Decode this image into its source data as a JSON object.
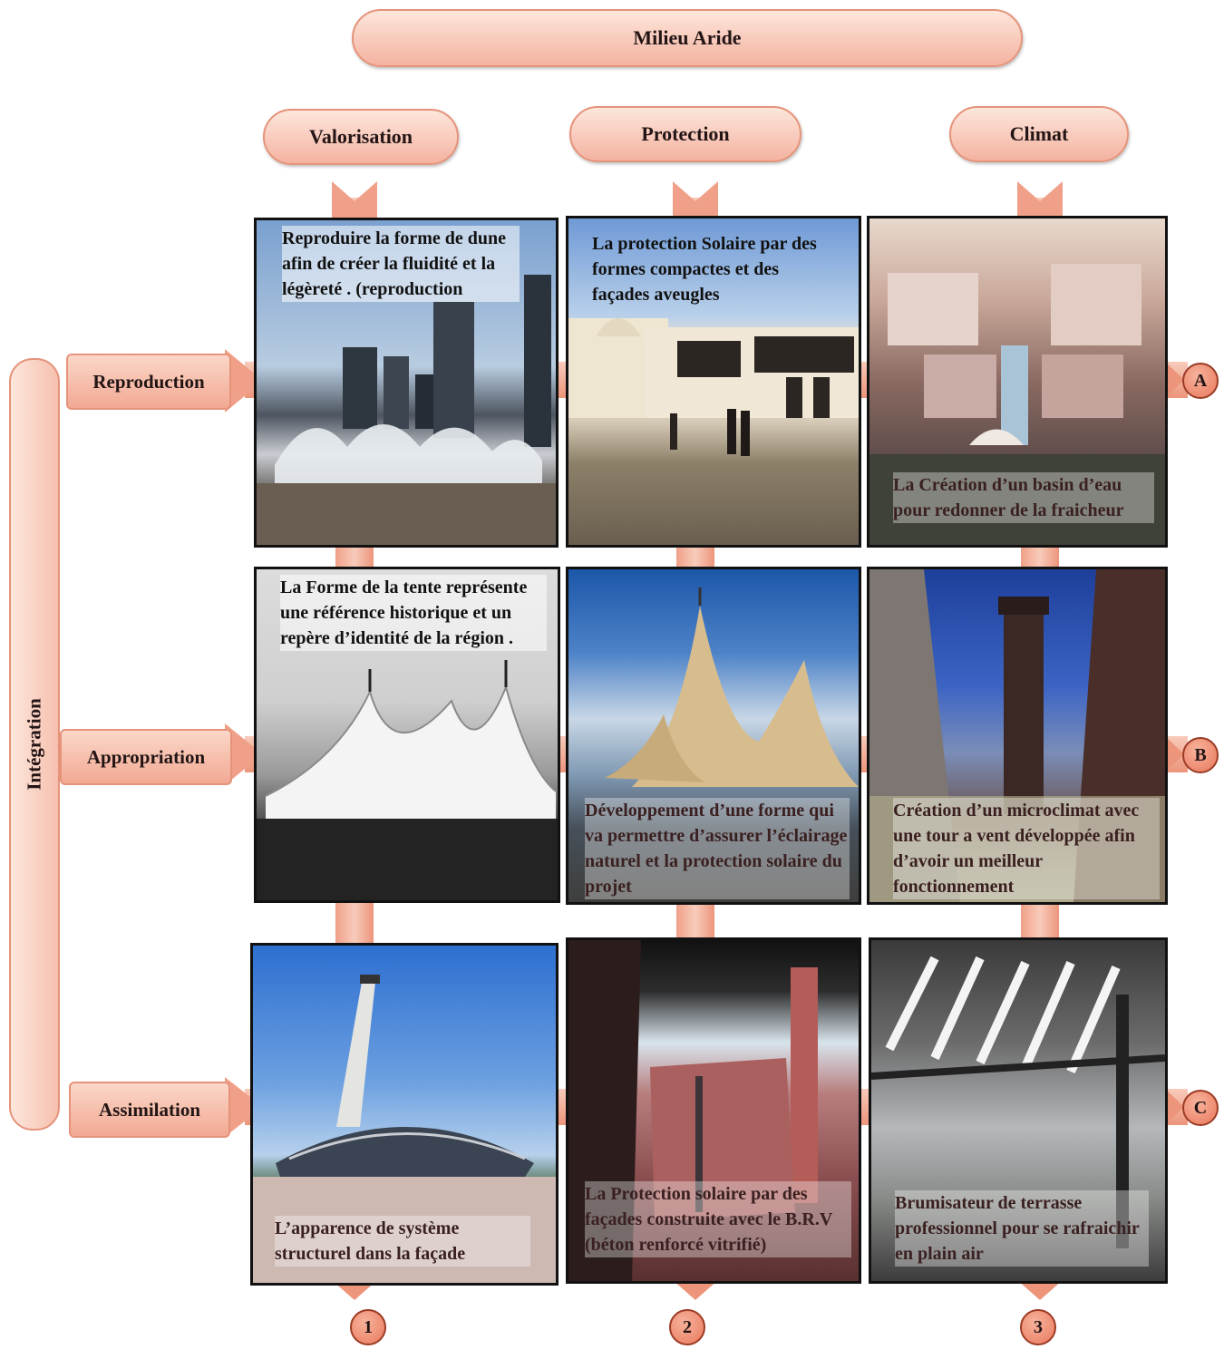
{
  "title": "Milieu Aride",
  "columns": [
    {
      "label": "Valorisation",
      "number": "1"
    },
    {
      "label": "Protection",
      "number": "2"
    },
    {
      "label": "Climat",
      "number": "3"
    }
  ],
  "integration_label": "Intégration",
  "rows": [
    {
      "label": "Reproduction",
      "letter": "A"
    },
    {
      "label": "Appropriation",
      "letter": "B"
    },
    {
      "label": "Assimilation",
      "letter": "C"
    }
  ],
  "cells": {
    "a1": "Reproduire la forme de dune afin de créer la fluidité et la légèreté . (reproduction",
    "a2": "La protection Solaire par des formes compactes et des façades aveugles",
    "a3": "La Création d’un basin d’eau pour redonner de la fraicheur",
    "b1": "La Forme de la tente représente une référence historique et un repère d’identité de la région .",
    "b2": "Développement d’une forme qui va permettre d’assurer l’éclairage naturel et la protection solaire du projet",
    "b3": "Création d’un microclimat avec une tour a vent développée afin d’avoir un meilleur fonctionnement",
    "c1": "L’apparence de système structurel dans la façade",
    "c2": "La Protection solaire par des façades construite avec le B.R.V (béton renforcé vitrifié)",
    "c3": "Brumisateur de terrasse professionnel pour se rafraichir en plain air"
  }
}
